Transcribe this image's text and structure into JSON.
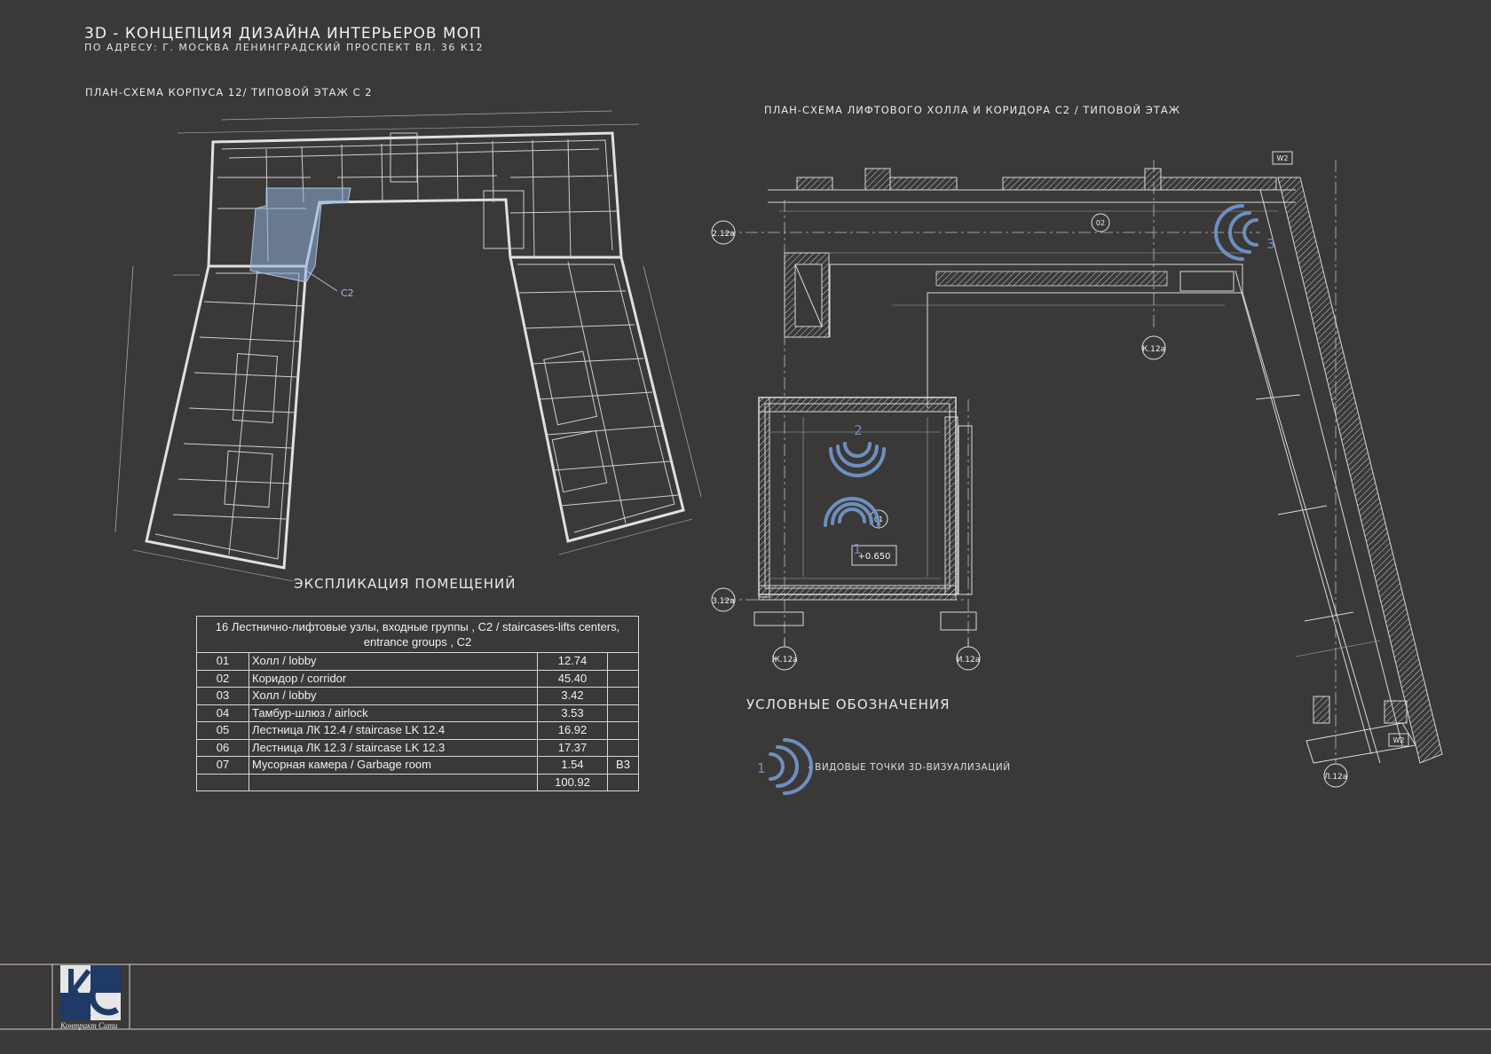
{
  "header": {
    "title": "3D - КОНЦЕПЦИЯ ДИЗАЙНА ИНТЕРЬЕРОВ МОП",
    "subtitle": "ПО АДРЕСУ: Г. МОСКВА ЛЕНИНГРАДСКИЙ ПРОСПЕКТ ВЛ. 36 К12"
  },
  "plan_left": {
    "caption": "ПЛАН-СХЕМА КОРПУСА 12/ ТИПОВОЙ ЭТАЖ С 2",
    "zone_label": "С2"
  },
  "plan_right": {
    "caption": "ПЛАН-СХЕМА ЛИФТОВОГО ХОЛЛА И КОРИДОРА С2 / ТИПОВОЙ ЭТАЖ",
    "axes": [
      "2.12а",
      "3.12а",
      "Ж.12а",
      "И.12а",
      "К.12а",
      "Л.12а"
    ],
    "marks": [
      "W2",
      "W2",
      "02",
      "01",
      "+0.650"
    ],
    "viewpoints": [
      "1",
      "2",
      "3"
    ]
  },
  "explication": {
    "heading": "ЭКСПЛИКАЦИЯ ПОМЕЩЕНИЙ",
    "table_header": "16 Лестнично-лифтовые узлы, входные группы , С2 / staircases-lifts centers, entrance groups , С2",
    "rows": [
      {
        "num": "01",
        "name": "Холл / lobby",
        "area": "12.74",
        "cat": ""
      },
      {
        "num": "02",
        "name": "Коридор / corridor",
        "area": "45.40",
        "cat": ""
      },
      {
        "num": "03",
        "name": "Холл / lobby",
        "area": "3.42",
        "cat": ""
      },
      {
        "num": "04",
        "name": "Тамбур-шлюз / airlock",
        "area": "3.53",
        "cat": ""
      },
      {
        "num": "05",
        "name": "Лестница ЛК 12.4 / staircase LK 12.4",
        "area": "16.92",
        "cat": ""
      },
      {
        "num": "06",
        "name": "Лестница ЛК 12.3 / staircase LK 12.3",
        "area": "17.37",
        "cat": ""
      },
      {
        "num": "07",
        "name": "Мусорная камера / Garbage room",
        "area": "1.54",
        "cat": "В3"
      }
    ],
    "total": "100.92"
  },
  "legend": {
    "heading": "УСЛОВНЫЕ ОБОЗНАЧЕНИЯ",
    "marker_number": "1",
    "description": "- ВИДОВЫЕ ТОЧКИ 3D-ВИЗУАЛИЗАЦИЙ"
  },
  "footer": {
    "logo_caption": "Контракт Сити"
  },
  "colors": {
    "background": "#3b3838",
    "lines": "#d9d9d9",
    "accent": "#6c8fc0",
    "zone": "#8fb0d8"
  }
}
